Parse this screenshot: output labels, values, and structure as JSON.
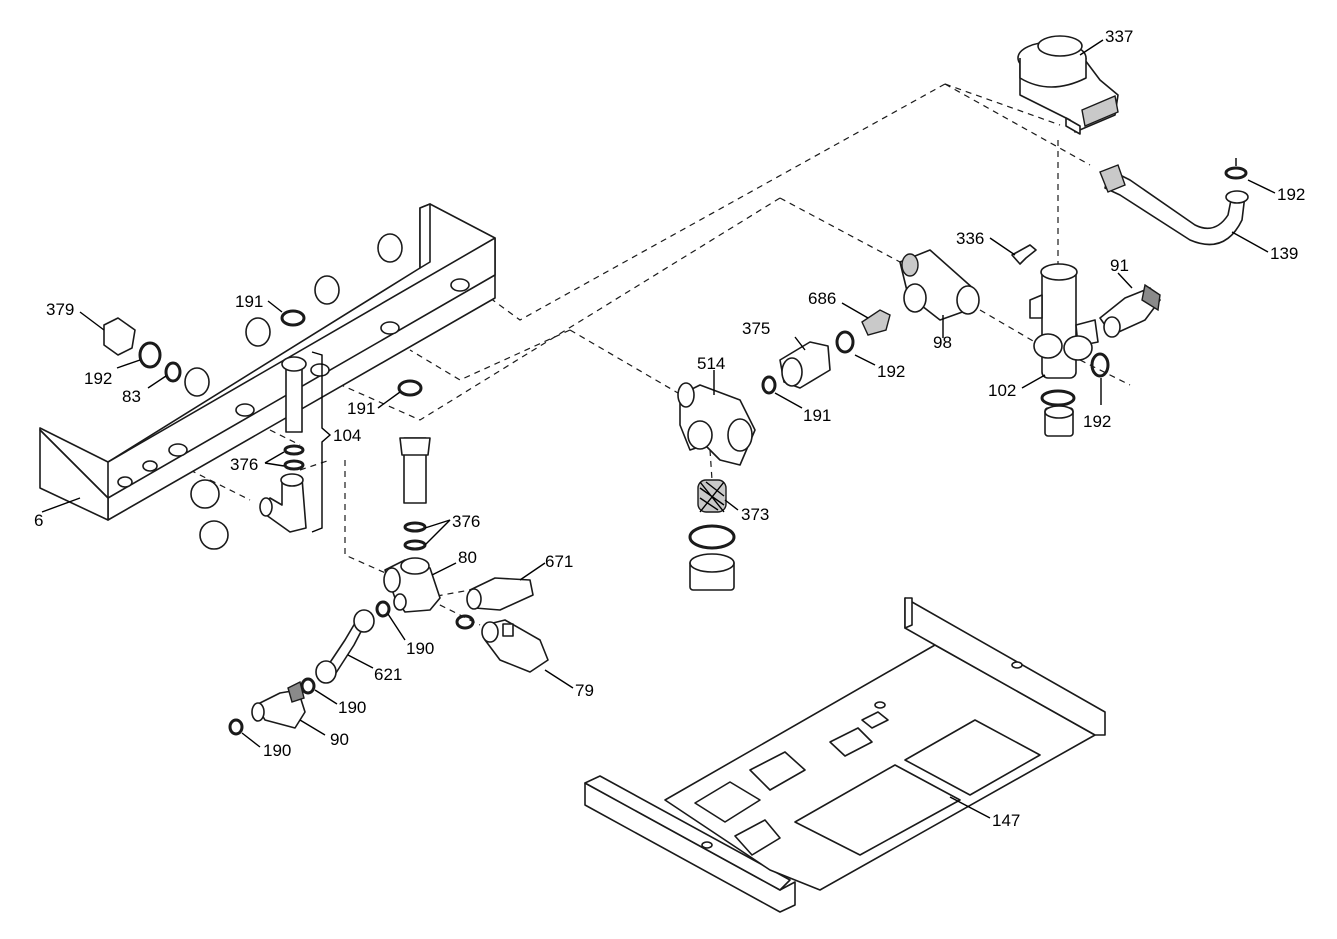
{
  "labels": {
    "p337": "337",
    "p192a": "192",
    "p139": "139",
    "p336": "336",
    "p91": "91",
    "p686": "686",
    "p375": "375",
    "p98": "98",
    "p192b": "192",
    "p102": "102",
    "p192c": "192",
    "p514": "514",
    "p191a": "191",
    "p373": "373",
    "p379": "379",
    "p191b": "191",
    "p192d": "192",
    "p83": "83",
    "p191c": "191",
    "p104": "104",
    "p376a": "376",
    "p6": "6",
    "p376b": "376",
    "p80": "80",
    "p671": "671",
    "p190a": "190",
    "p621": "621",
    "p79": "79",
    "p190b": "190",
    "p90": "90",
    "p190c": "190",
    "p147": "147"
  }
}
